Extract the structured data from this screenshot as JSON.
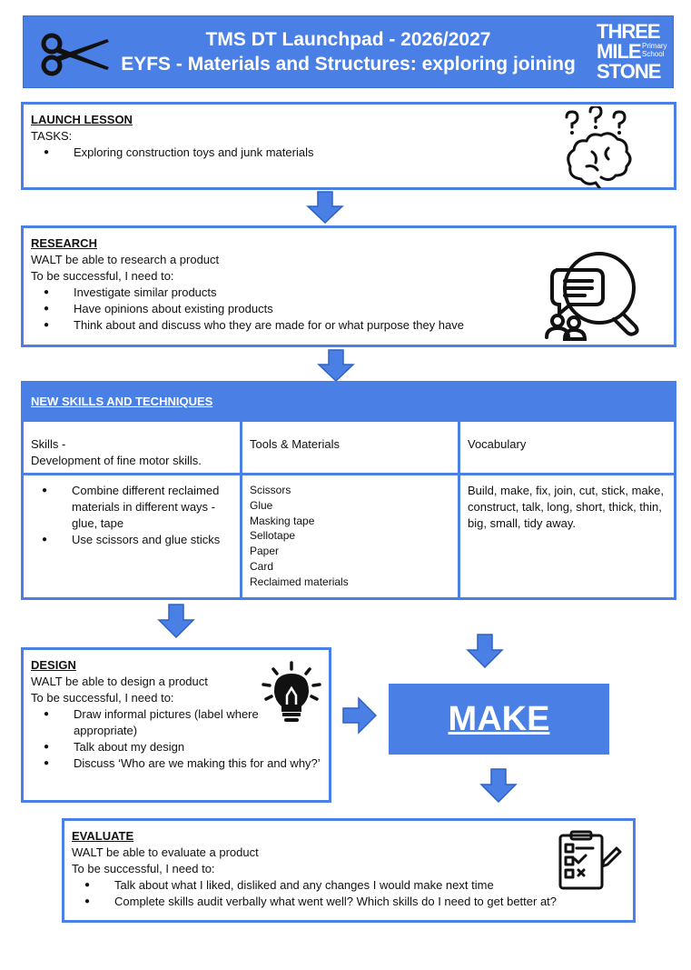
{
  "header": {
    "title_line1": "TMS DT Launchpad - 2026/2027",
    "title_line2": "EYFS - Materials and Structures: exploring joining",
    "logo": {
      "line1": "THREE",
      "line2": "MILE",
      "line3": "STONE",
      "sub": "Primary School"
    },
    "accent_color": "#4a80e6"
  },
  "launch": {
    "heading": "LAUNCH LESSON",
    "tasks_label": "TASKS:",
    "items": [
      "Exploring construction toys and junk materials"
    ],
    "icon": "brain-question-icon"
  },
  "research": {
    "heading": "RESEARCH",
    "walt": "WALT be able to research a product",
    "success": "To be successful, I need to:",
    "items": [
      "Investigate similar products",
      "Have opinions about existing products",
      "Think about and discuss who they are made for or what purpose they have"
    ],
    "icon": "research-magnifier-icon"
  },
  "skills": {
    "banner": "NEW SKILLS AND TECHNIQUES",
    "col1_header_line1": "Skills -",
    "col1_header_line2": "Development of fine motor skills.",
    "col2_header": "Tools & Materials",
    "col3_header": "Vocabulary",
    "skills_items": [
      "Combine different reclaimed materials in different ways - glue, tape",
      "Use scissors and glue sticks"
    ],
    "tools": [
      "Scissors",
      "Glue",
      "Masking tape",
      "Sellotape",
      "Paper",
      "Card",
      "Reclaimed materials"
    ],
    "vocabulary": "Build, make, fix, join, cut, stick, make, construct, talk, long, short, thick, thin, big, small, tidy away."
  },
  "design": {
    "heading": "DESIGN",
    "walt": "WALT be able to design a product",
    "success": "To be successful, I need to:",
    "items": [
      "Draw informal pictures (label where appropriate)",
      "Talk about my design",
      "Discuss ‘Who are we making this for and why?’"
    ],
    "icon": "lightbulb-icon"
  },
  "make": {
    "label": "MAKE"
  },
  "evaluate": {
    "heading": "EVALUATE",
    "walt": "WALT be able to evaluate a product",
    "success": "To be successful, I need to:",
    "items": [
      "Talk about what I liked, disliked and any changes I would make next time",
      "Complete skills audit verbally what went well? Which skills do I need to get better at?"
    ],
    "icon": "clipboard-checklist-icon"
  }
}
